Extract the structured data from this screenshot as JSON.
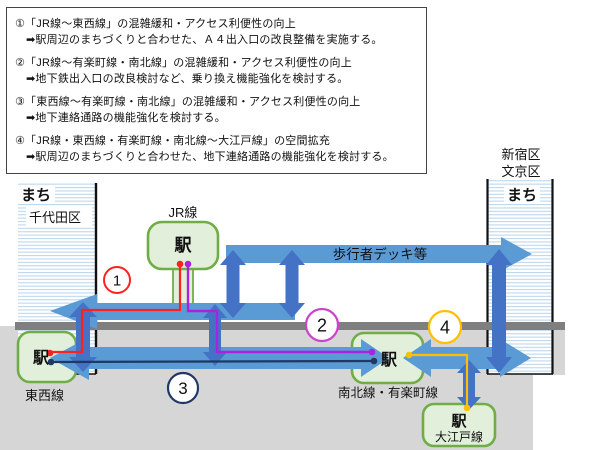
{
  "note_box": {
    "items": [
      {
        "title": "①「JR線～東西線」の混雑緩和・アクセス利便性の向上",
        "action": "➡駅周辺のまちづくりと合わせた、Ａ４出入口の改良整備を実施する。"
      },
      {
        "title": "②「JR線～有楽町線・南北線」の混雑緩和・アクセス利便性の向上",
        "action": "➡地下鉄出入口の改良検討など、乗り換え機能強化を検討する。"
      },
      {
        "title": "③「東西線～有楽町線・南北線」の混雑緩和・アクセス利便性の向上",
        "action": "➡地下連絡通路の機能強化を検討する。"
      },
      {
        "title": "④「JR線・東西線・有楽町線・南北線～大江戸線」の空間拡充",
        "action": "➡駅周辺のまちづくりと合わせた、地下連絡通路の機能強化を検討する。"
      }
    ]
  },
  "diagram": {
    "left_town": {
      "machi": "まち",
      "ward": "千代田区"
    },
    "right_town": {
      "ward1": "新宿区",
      "ward2": "文京区",
      "machi": "まち"
    },
    "deck_label": "歩行者デッキ等",
    "stations": {
      "jr": {
        "line_label": "JR線",
        "station_label": "駅"
      },
      "tozai": {
        "station_label": "駅",
        "line_label": "東西線"
      },
      "nanboku_yurakucho": {
        "station_label": "駅",
        "line_label": "南北線・有楽町線"
      },
      "oedo": {
        "station_label": "駅",
        "line_label": "大江戸線"
      }
    },
    "route_badges": [
      {
        "number": "1",
        "color": "#FF2020"
      },
      {
        "number": "2",
        "color": "#CC44CC"
      },
      {
        "number": "3",
        "color": "#1F3864"
      },
      {
        "number": "4",
        "color": "#FFC000"
      }
    ],
    "colors": {
      "band_blue": "#5B9BD5",
      "arrow_blue": "#4472C4",
      "station_fill": "#E2EFDA",
      "station_border": "#70AD47",
      "ground": "#D6D6D6",
      "ground_line": "#7F7F7F",
      "stripe": "#BDD7EE",
      "route1_red": "#FF2020",
      "route2_purple": "#AA22DD",
      "route3_navy": "#1F3864",
      "route4_orange": "#FFC000"
    }
  }
}
